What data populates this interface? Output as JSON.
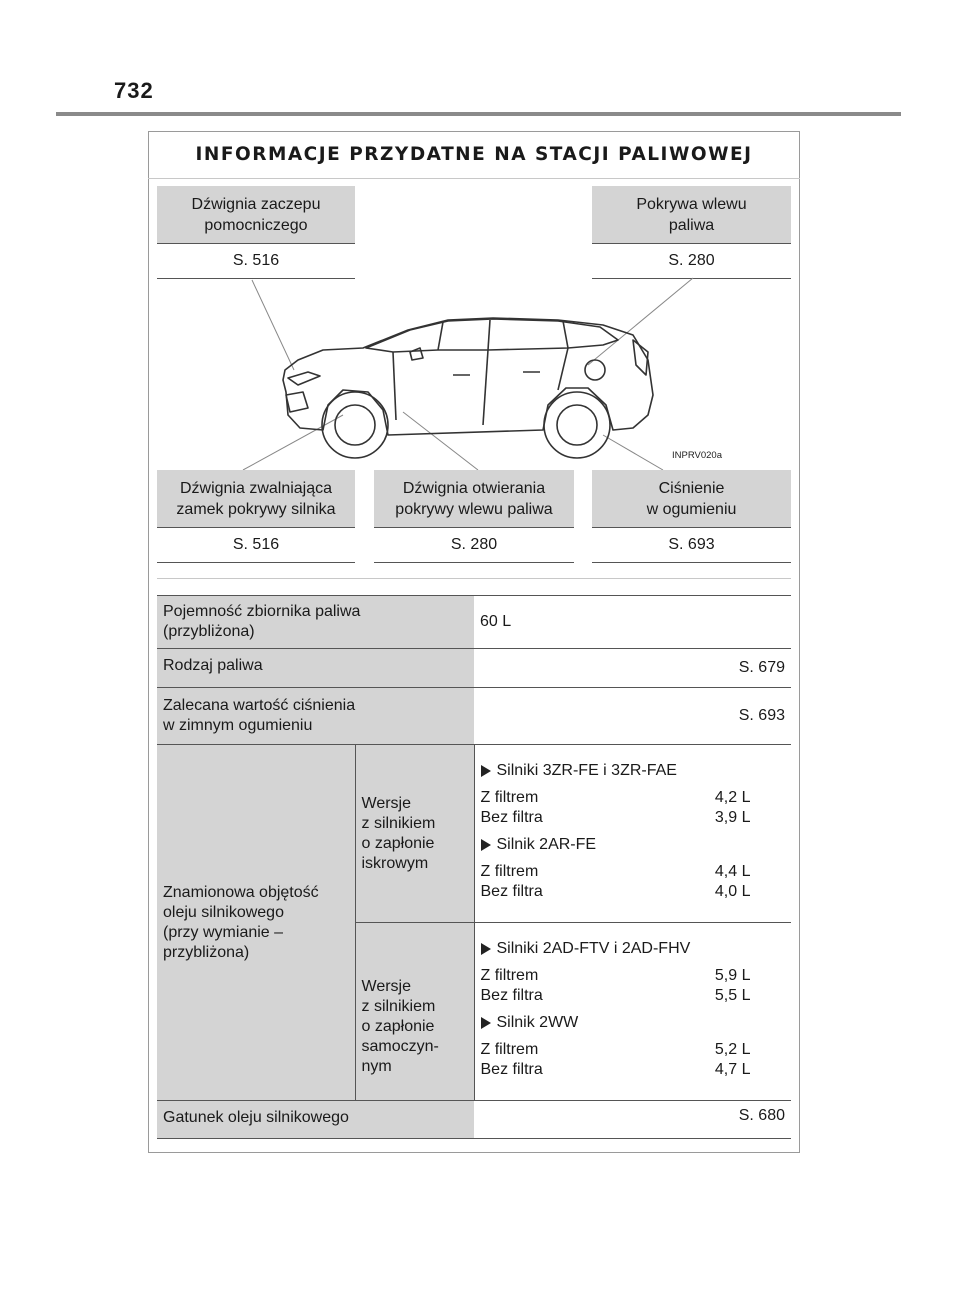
{
  "page_number": "732",
  "title": "INFORMACJE PRZYDATNE NA STACJI PALIWOWEJ",
  "callouts": {
    "top_left": {
      "label": "Dźwignia zaczepu pomocniczego",
      "line1": "Dźwignia zaczepu",
      "line2": "pomocniczego",
      "ref": "S. 516"
    },
    "top_right": {
      "label": "Pokrywa wlewu paliwa",
      "line1": "Pokrywa wlewu",
      "line2": "paliwa",
      "ref": "S. 280"
    },
    "bottom_left": {
      "line1": "Dźwignia zwalniająca",
      "line2": "zamek pokrywy silnika",
      "ref": "S. 516"
    },
    "bottom_center": {
      "line1": "Dźwignia otwierania",
      "line2": "pokrywy wlewu paliwa",
      "ref": "S. 280"
    },
    "bottom_right": {
      "line1": "Ciśnienie",
      "line2": "w ogumieniu",
      "ref": "S. 693"
    }
  },
  "figure_id": "INPRV020a",
  "spec": {
    "tank": {
      "l1": "Pojemność zbiornika paliwa",
      "l2": "(przybliżona)",
      "value": "60 L"
    },
    "fuel_type": {
      "label": "Rodzaj paliwa",
      "ref": "S. 679"
    },
    "tire_pressure": {
      "l1": "Zalecana wartość ciśnienia",
      "l2": "w zimnym ogumieniu",
      "ref": "S. 693"
    },
    "oil": {
      "l1": "Znamionowa objętość",
      "l2": "oleju silnikowego",
      "l3": "(przy wymianie –",
      "l4": "przybliżona)",
      "spark": {
        "s1": "Wersje",
        "s2": "z silnikiem",
        "s3": "o zapłonie",
        "s4": "iskrowym",
        "engines": [
          {
            "name": "Silniki 3ZR-FE i 3ZR-FAE",
            "with_label": "Z filtrem",
            "with_val": "4,2 L",
            "without_label": "Bez filtra",
            "without_val": "3,9 L"
          },
          {
            "name": "Silnik 2AR-FE",
            "with_label": "Z filtrem",
            "with_val": "4,4 L",
            "without_label": "Bez filtra",
            "without_val": "4,0 L"
          }
        ]
      },
      "diesel": {
        "s1": "Wersje",
        "s2": "z silnikiem",
        "s3": "o zapłonie",
        "s4": "samoczyn-",
        "s5": "nym",
        "engines": [
          {
            "name": "Silniki 2AD-FTV i 2AD-FHV",
            "with_label": "Z filtrem",
            "with_val": "5,9 L",
            "without_label": "Bez filtra",
            "without_val": "5,5 L"
          },
          {
            "name": "Silnik 2WW",
            "with_label": "Z filtrem",
            "with_val": "5,2 L",
            "without_label": "Bez filtra",
            "without_val": "4,7 L"
          }
        ]
      }
    },
    "oil_grade": {
      "label": "Gatunek oleju silnikowego",
      "ref": "S. 680"
    }
  }
}
